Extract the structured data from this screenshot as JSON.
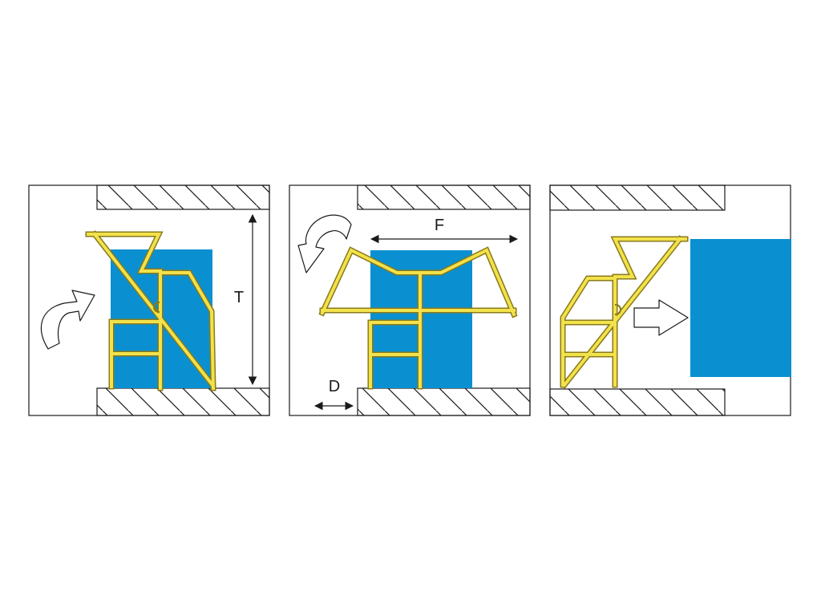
{
  "labels": {
    "height": "T",
    "width": "F",
    "gap": "D"
  },
  "colors": {
    "ladder": "#f2e24b",
    "ladder_outline": "#8a7a1a",
    "block": "#0a90d0",
    "line": "#1a1a1a",
    "background": "#ffffff"
  },
  "icons": [
    "curved-arrow-icon",
    "curved-arrow-icon",
    "right-arrow-icon"
  ]
}
